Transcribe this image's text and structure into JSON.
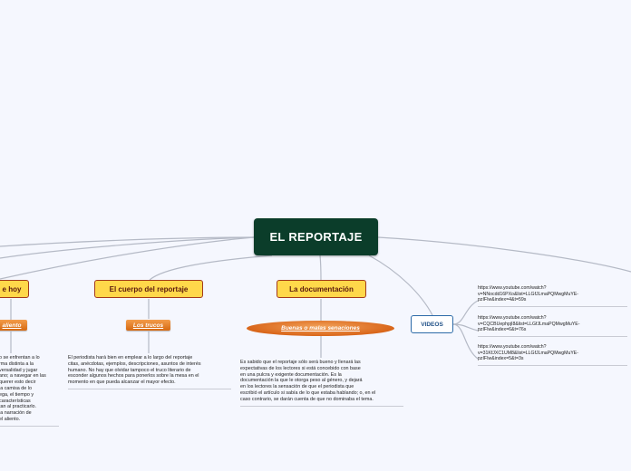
{
  "central": {
    "title": "EL REPORTAJE"
  },
  "topics": {
    "left": {
      "label": "e hoy"
    },
    "cuerpo": {
      "label": "El cuerpo del reportaje"
    },
    "documentacion": {
      "label": "La documentación"
    },
    "videos": {
      "label": "VIDEOS"
    }
  },
  "subtopics": {
    "left": {
      "label": "aliento"
    },
    "cuerpo": {
      "label": "Los trucos"
    },
    "documentacion": {
      "label": "Buenas o malas senaciones"
    }
  },
  "notes": {
    "left": "o se enfrentan a lo\nrma distinta a la\nversalidad y jugar\nano; a navegar en las\nquerer esto decir\nla camisa de lo\nega, el tiempo y\ncaracterísticas\ntan al practicarlo.\nla narración de\nel aliento.",
    "cuerpo": "El periodista hará bien en emplear a lo largo del reportaje\ncitas, anécdotas, ejemplos, descripciones, asuntos de interés\nhumano. No hay que olvidar tampoco el truco literario de\nesconder algunos hechos para ponerlos sobre la mesa en el\nmomento en que pueda alcanzar el mayor efecto.",
    "documentacion": "Es sabido que el reportaje sólo será bueno y llenará las\nexpectativas de los lectores si está concebido con base\nen una pulcra y exigente documentación. Es la\ndocumentación la que le otorga peso al género, y dejará\nen los lectores la sensación de que el periodista que\nescribió el artículo si sabía de lo que estaba hablando; o, en el\ncaso contrario, se darán cuenta de que no dominaba el tema."
  },
  "video_links": [
    "https://www.youtube.com/watch?\nv=NNocdd16PXo&list=LLGfJLmaPQMwgMuYE-\npzIFIw&index=4&t=59s",
    "https://www.youtube.com/watch?\nv=CQCBUephpjI8&list=LLGfJLmaPQMwgMuYE-\npzIFIw&index=6&t=76s",
    "https://www.youtube.com/watch?\nv=31KfJXC1UM8&list=LLGfJLmaPQMwgMuYE-\npzIFIw&index=5&t=3s"
  ],
  "colors": {
    "background": "#f5f7fe",
    "central": "#0b3d2a",
    "main_topic_fill": "#ffd84a",
    "main_topic_border": "#a33a1c",
    "subtopic": "#e07a25",
    "videos_border": "#2c6aa8",
    "connector": "#b5bac6"
  }
}
